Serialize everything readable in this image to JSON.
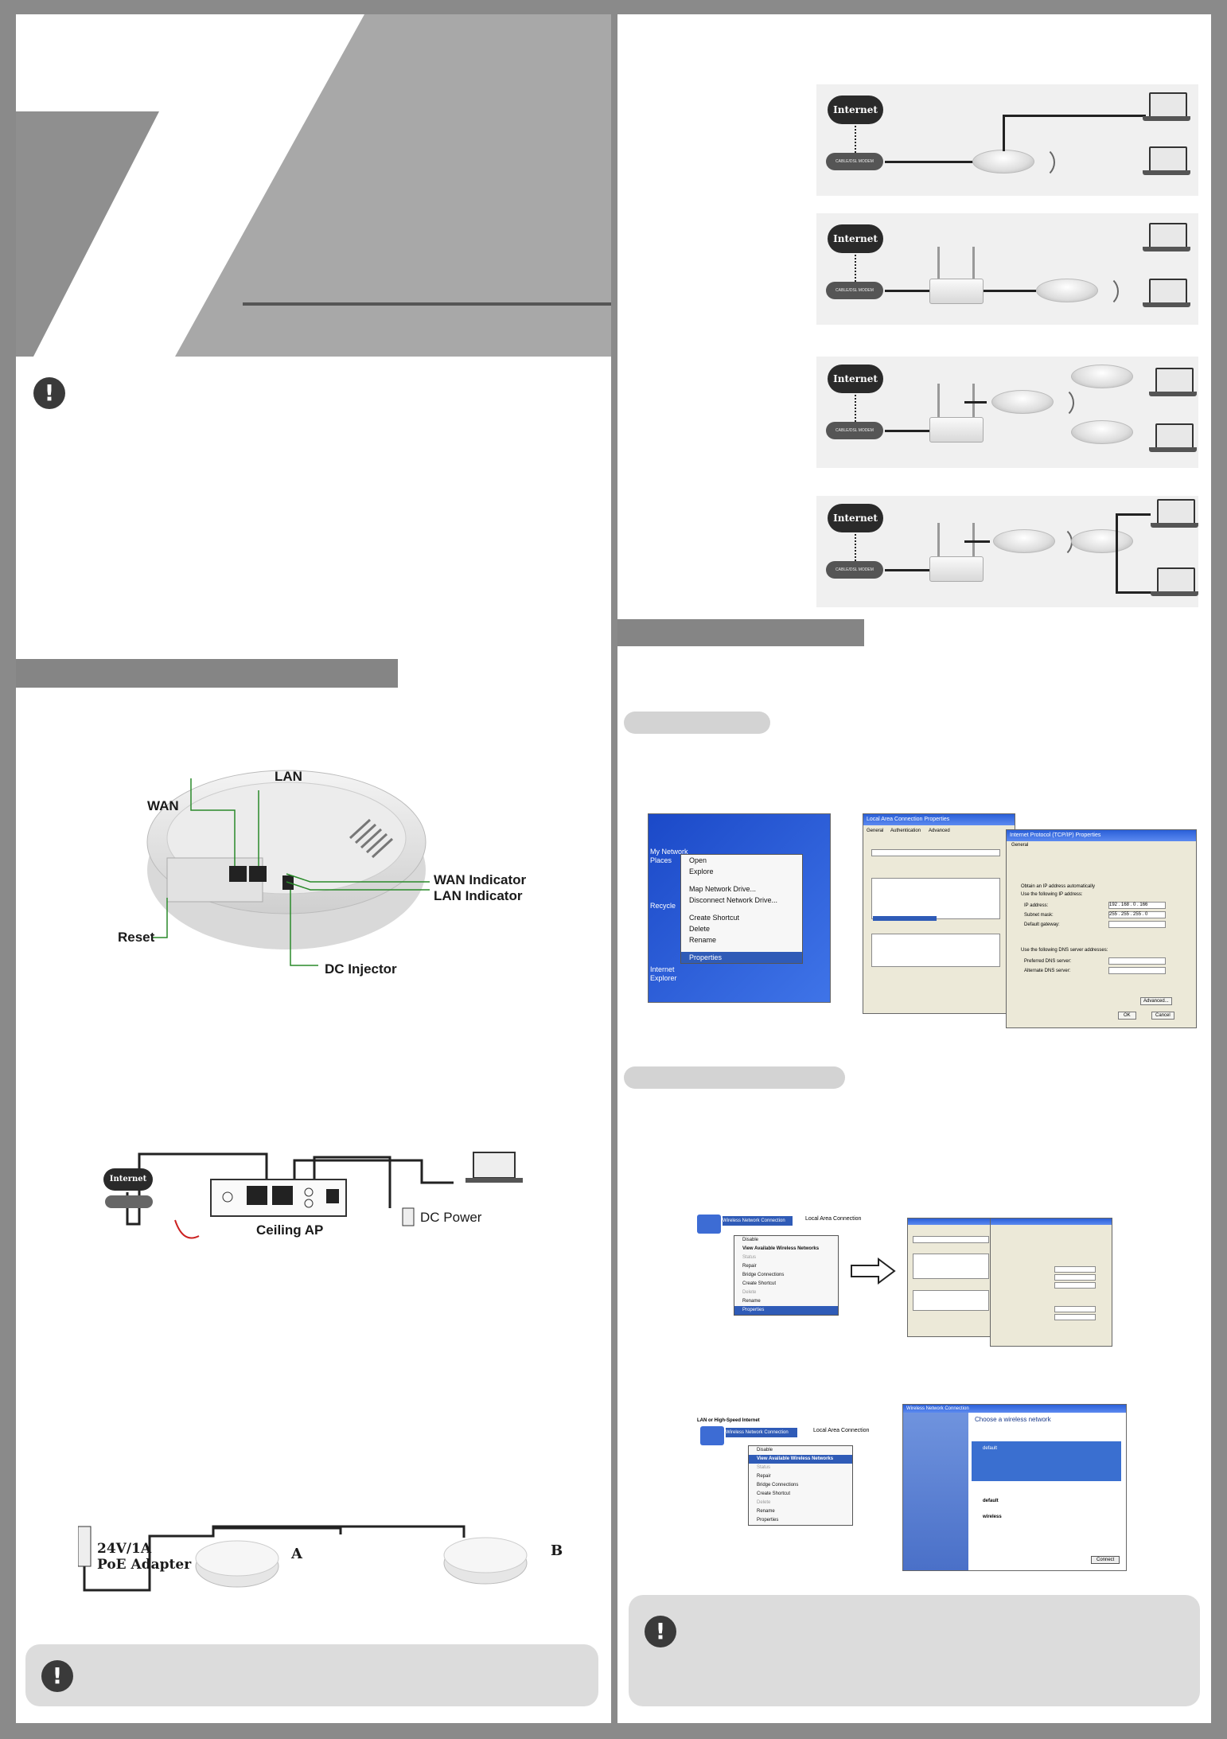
{
  "hardware_labels": {
    "lan": "LAN",
    "wan": "WAN",
    "wan_indicator": "WAN Indicator",
    "lan_indicator": "LAN Indicator",
    "reset": "Reset",
    "dc_injector": "DC Injector"
  },
  "connection_diagram": {
    "internet": "Internet",
    "ceiling_ap": "Ceiling AP",
    "dc_power": "DC Power"
  },
  "poe_diagram": {
    "adapter_line1": "24V/1A",
    "adapter_line2": "PoE Adapter",
    "ap_a": "A",
    "ap_b": "B"
  },
  "topology": {
    "internet": "Internet",
    "modem": "CABLE/DSL MODEM"
  },
  "desktop_menu": {
    "desktop_labels": [
      "My Network Places",
      "Recycle",
      "Internet Explorer"
    ],
    "items": [
      "Open",
      "Explore",
      "Map Network Drive...",
      "Disconnect Network Drive...",
      "Create Shortcut",
      "Delete",
      "Rename",
      "Properties"
    ]
  },
  "lan_properties": {
    "title": "Local Area Connection Properties",
    "tabs": [
      "General",
      "Authentication",
      "Advanced"
    ]
  },
  "tcpip_properties": {
    "title": "Internet Protocol (TCP/IP) Properties",
    "tab": "General",
    "obtain_auto": "Obtain an IP address automatically",
    "use_following": "Use the following IP address:",
    "ip_label": "IP address:",
    "ip_value": "192 . 168 . 0 . 166",
    "mask_label": "Subnet mask:",
    "mask_value": "255 . 255 . 255 . 0",
    "gateway_label": "Default gateway:",
    "dns_label": "Use the following DNS server addresses:",
    "preferred_dns": "Preferred DNS server:",
    "alternate_dns": "Alternate DNS server:",
    "advanced": "Advanced...",
    "ok": "OK",
    "cancel": "Cancel"
  },
  "wireless_menu": {
    "connection": "Wireless Network Connection",
    "local_connection": "Local Area Connection",
    "items": [
      "Disable",
      "View Available Wireless Networks",
      "Status",
      "Repair",
      "Bridge Connections",
      "Create Shortcut",
      "Delete",
      "Rename",
      "Properties"
    ]
  },
  "wireless_menu_2": {
    "header": "LAN or High-Speed Internet",
    "connection": "Wireless Network Connection",
    "local_connection": "Local Area Connection",
    "items": [
      "Disable",
      "View Available Wireless Networks",
      "Status",
      "Repair",
      "Bridge Connections",
      "Create Shortcut",
      "Delete",
      "Rename",
      "Properties"
    ]
  },
  "choose_network": {
    "title": "Wireless Network Connection",
    "heading": "Choose a wireless network",
    "networks": [
      "default",
      "wireless"
    ],
    "connect": "Connect"
  },
  "icons": {
    "warning": "!",
    "arrow": "hollow-right-arrow"
  }
}
